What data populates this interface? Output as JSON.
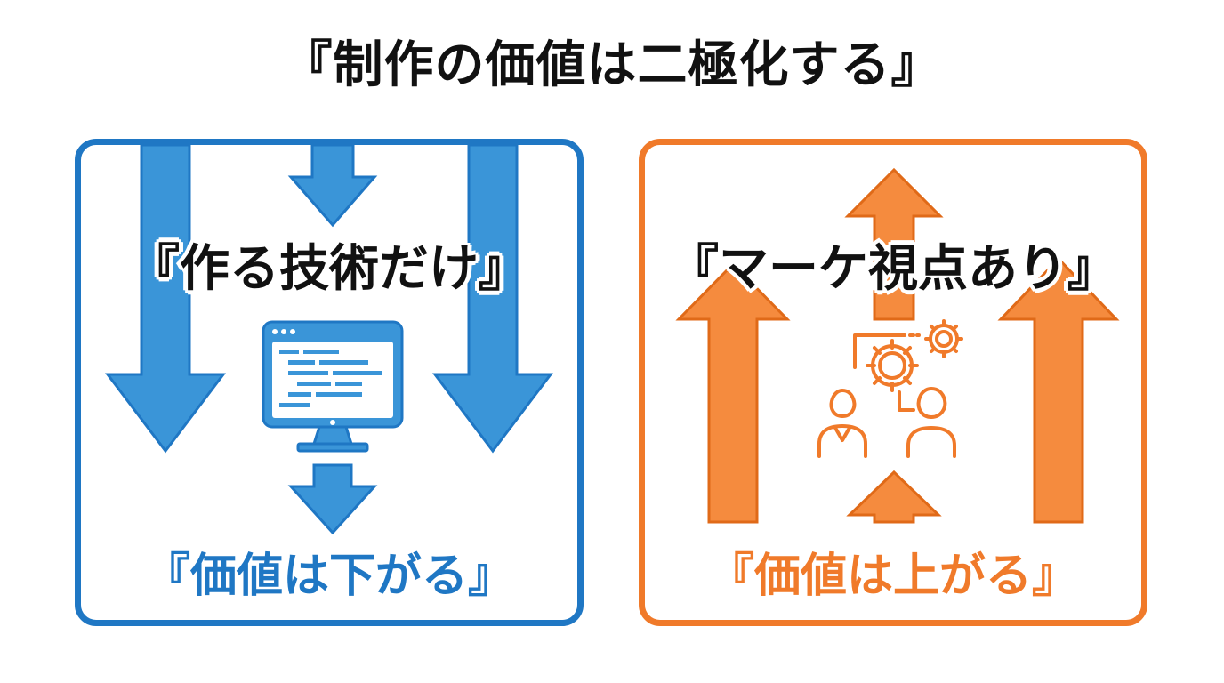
{
  "title": "『制作の価値は二極化する』",
  "colors": {
    "left_accent": "#1f77c4",
    "left_arrow": "#3a95d8",
    "right_accent": "#f07a2a",
    "right_arrow": "#f58b3e",
    "text": "#111111"
  },
  "left_panel": {
    "heading": "『作る技術だけ』",
    "result": "『価値は下がる』",
    "direction": "down",
    "icon": "computer-code-monitor-icon"
  },
  "right_panel": {
    "heading": "『マーケ視点あり』",
    "result": "『価値は上がる』",
    "direction": "up",
    "icon": "people-gears-strategy-icon"
  }
}
